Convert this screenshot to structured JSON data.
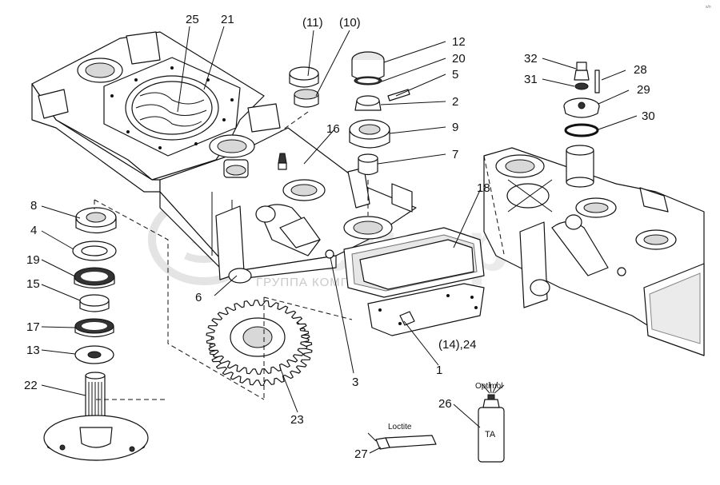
{
  "diagram": {
    "callouts": [
      {
        "id": "c25",
        "text": "25"
      },
      {
        "id": "c21",
        "text": "21"
      },
      {
        "id": "c11",
        "text": "(11)"
      },
      {
        "id": "c10",
        "text": "(10)"
      },
      {
        "id": "c12",
        "text": "12"
      },
      {
        "id": "c20",
        "text": "20"
      },
      {
        "id": "c5",
        "text": "5"
      },
      {
        "id": "c2",
        "text": "2"
      },
      {
        "id": "c16",
        "text": "16"
      },
      {
        "id": "c9",
        "text": "9"
      },
      {
        "id": "c7",
        "text": "7"
      },
      {
        "id": "c32",
        "text": "32"
      },
      {
        "id": "c28",
        "text": "28"
      },
      {
        "id": "c31",
        "text": "31"
      },
      {
        "id": "c29",
        "text": "29"
      },
      {
        "id": "c30",
        "text": "30"
      },
      {
        "id": "c18",
        "text": "18"
      },
      {
        "id": "c8",
        "text": "8"
      },
      {
        "id": "c4",
        "text": "4"
      },
      {
        "id": "c19",
        "text": "19"
      },
      {
        "id": "c15",
        "text": "15"
      },
      {
        "id": "c17",
        "text": "17"
      },
      {
        "id": "c13",
        "text": "13"
      },
      {
        "id": "c22",
        "text": "22"
      },
      {
        "id": "c6",
        "text": "6"
      },
      {
        "id": "c14_24",
        "text": "(14),24"
      },
      {
        "id": "c1",
        "text": "1"
      },
      {
        "id": "c3",
        "text": "3"
      },
      {
        "id": "c23",
        "text": "23"
      },
      {
        "id": "c26",
        "text": "26"
      },
      {
        "id": "c27",
        "text": "27"
      }
    ],
    "product_labels": {
      "optimol": "Optimol",
      "ta": "TA",
      "loctite": "Loctite"
    },
    "watermark": {
      "subtitle": "ГРУППА КОМПАНИЙ"
    },
    "corner_mark": "s/n"
  }
}
